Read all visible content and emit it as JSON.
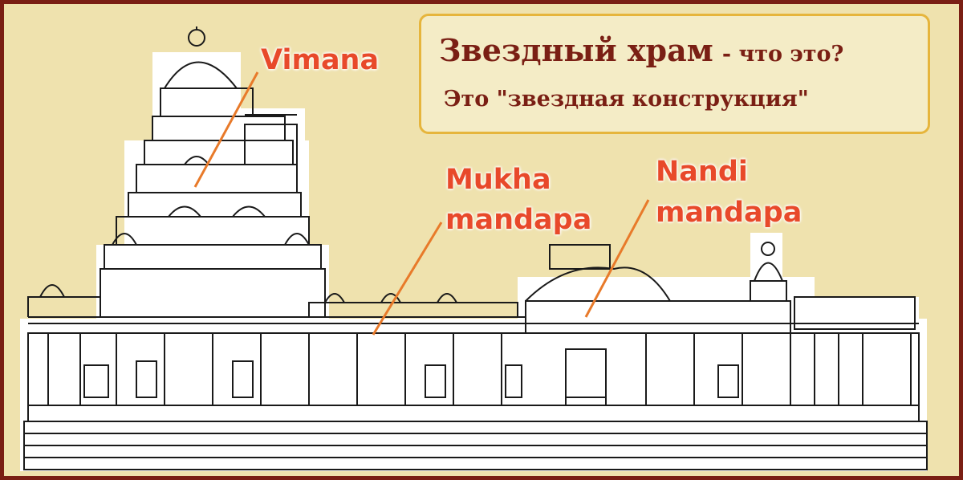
{
  "title": {
    "main": "Звездный храм",
    "suffix": "- что это?",
    "subtitle": "Это \"звездная конструкция\""
  },
  "labels": {
    "vimana": "Vimana",
    "mukha_line1": "Mukha",
    "mukha_line2": "mandapa",
    "nandi_line1": "Nandi",
    "nandi_line2": "mandapa"
  },
  "colors": {
    "background": "#efe2ae",
    "border": "#7a1f14",
    "title_text": "#7a1f14",
    "title_box_border": "#e6b53c",
    "label_text": "#e8492a",
    "leader_line": "#e87a2a",
    "drawing_ink": "#1a1a1a"
  }
}
